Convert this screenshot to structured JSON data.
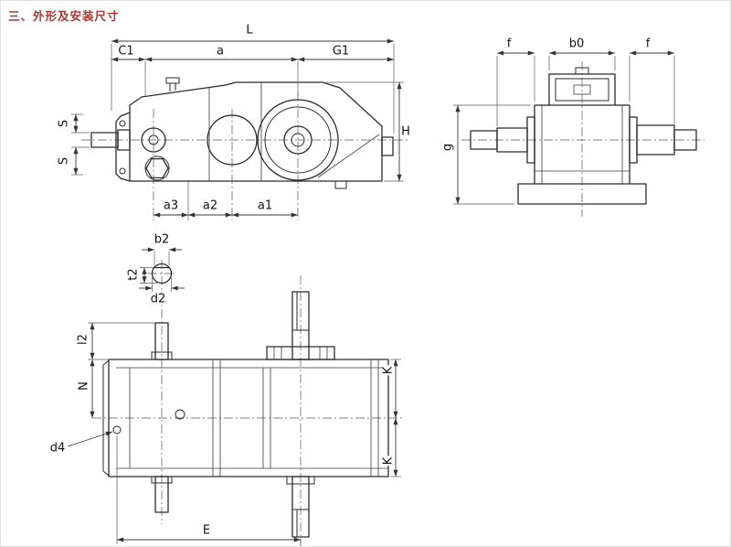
{
  "title": "三、外形及安装尺寸",
  "colors": {
    "title_text": "#a83832",
    "line": "#2b2b2b",
    "background": "#ffffff"
  },
  "labels": {
    "L": "L",
    "C1": "C1",
    "a": "a",
    "G1": "G1",
    "S_upper": "S",
    "S_lower": "S",
    "H": "H",
    "a3": "a3",
    "a2": "a2",
    "a1": "a1",
    "f_left": "f",
    "b0": "b0",
    "f_right": "f",
    "g": "g",
    "b2": "b2",
    "t2": "t2",
    "d2": "d2",
    "l2": "l2",
    "N": "N",
    "d4": "d4",
    "K_upper": "K",
    "K_lower": "K",
    "E": "E"
  }
}
